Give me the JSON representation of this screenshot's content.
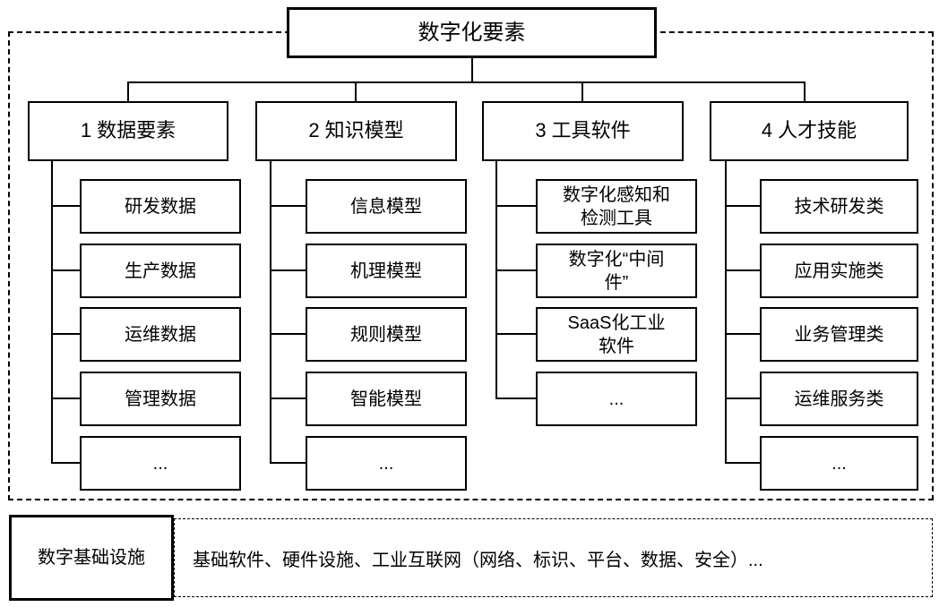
{
  "diagram": {
    "title": "数字化要素",
    "columns": [
      {
        "header": "1 数据要素",
        "children": [
          "研发数据",
          "生产数据",
          "运维数据",
          "管理数据",
          "..."
        ]
      },
      {
        "header": "2 知识模型",
        "children": [
          "信息模型",
          "机理模型",
          "规则模型",
          "智能模型",
          "..."
        ]
      },
      {
        "header": "3 工具软件",
        "children": [
          "数字化感知和\n检测工具",
          "数字化“中间\n件”",
          "SaaS化工业\n软件",
          "..."
        ]
      },
      {
        "header": "4 人才技能",
        "children": [
          "技术研发类",
          "应用实施类",
          "业务管理类",
          "运维服务类",
          "..."
        ]
      }
    ],
    "infrastructure": {
      "label": "数字基础设施",
      "description": "基础软件、硬件设施、工业互联网（网络、标识、平台、数据、安全）..."
    },
    "colors": {
      "line": "#000000",
      "background": "#ffffff"
    }
  }
}
